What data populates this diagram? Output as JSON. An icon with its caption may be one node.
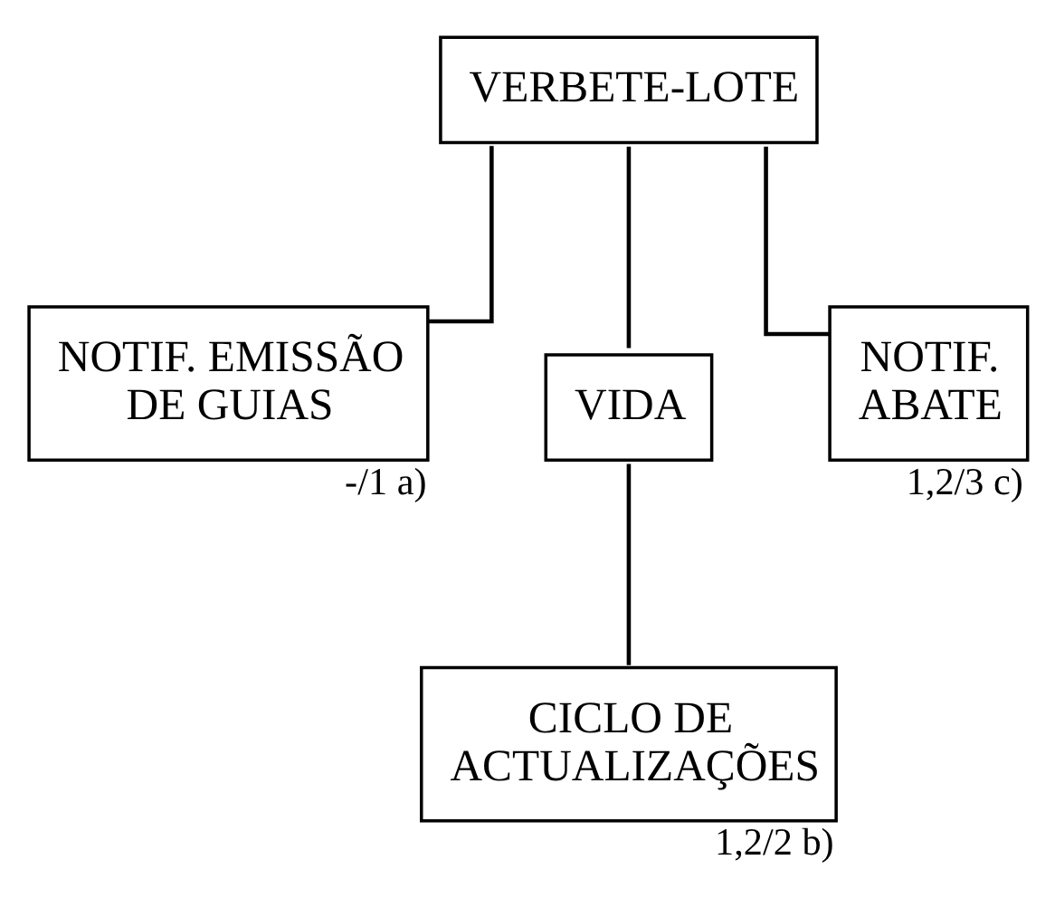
{
  "diagram": {
    "nodes": [
      {
        "text": [
          "VERBETE-LOTE"
        ]
      },
      {
        "text": [
          "NOTIF. EMISSÃO DE GUIAS"
        ],
        "beside": [
          "-/1 a)"
        ]
      },
      {
        "text": [
          "VIDA"
        ]
      },
      {
        "text": [
          "NOTIF. ABATE"
        ],
        "beside": [
          "1,2/3 c)"
        ]
      },
      {
        "text": [
          "CICLO DE ACTUALIZAÇÕES"
        ],
        "beside": [
          "1,2/2 b)"
        ]
      }
    ],
    "edges": [
      {
        "from": 0,
        "to": 1,
        "arrow": "none"
      },
      {
        "from": 0,
        "to": 2,
        "arrow": "none"
      },
      {
        "from": 0,
        "to": 3,
        "arrow": "none"
      },
      {
        "from": 2,
        "to": 4,
        "arrow": "none"
      }
    ]
  }
}
